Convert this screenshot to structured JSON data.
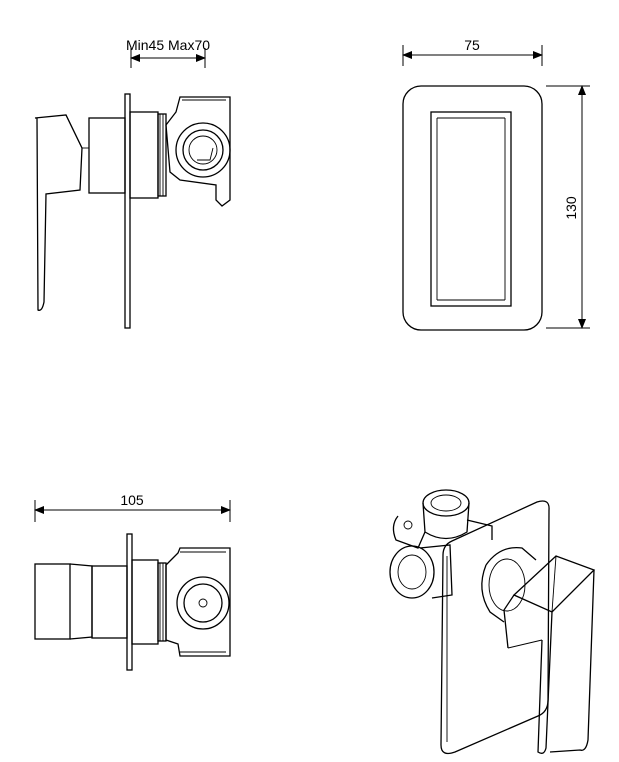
{
  "dimensions": {
    "depth_range": "Min45 Max70",
    "plate_width": "75",
    "plate_height": "130",
    "overall_length": "105"
  }
}
